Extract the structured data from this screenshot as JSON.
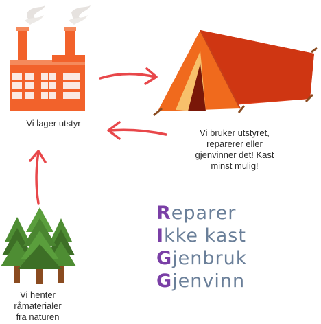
{
  "captions": {
    "factory": [
      "Vi lager utstyr"
    ],
    "tent": [
      "Vi bruker utstyret,",
      "reparerer eller",
      "gjenvinner det! Kast",
      "minst mulig!"
    ],
    "forest": [
      "Vi henter",
      "råmaterialer",
      "fra naturen"
    ]
  },
  "motto": [
    {
      "initial": "R",
      "rest": "eparer"
    },
    {
      "initial": "I",
      "rest": "kke kast"
    },
    {
      "initial": "G",
      "rest": "jenbruk"
    },
    {
      "initial": "G",
      "rest": "jenvinn"
    }
  ],
  "colors": {
    "factory": "#f2622b",
    "smoke": "#e8e6e4",
    "tent_main": "#e3401b",
    "tent_shadow": "#b8300f",
    "tent_door": "#f7c06b",
    "tree_green": "#4e8d33",
    "tree_dark": "#3d6f26",
    "trunk": "#8a4b20",
    "arrow": "#e8474a",
    "motto_text": "#6a7f99",
    "motto_initial": "#7a3fa6"
  }
}
